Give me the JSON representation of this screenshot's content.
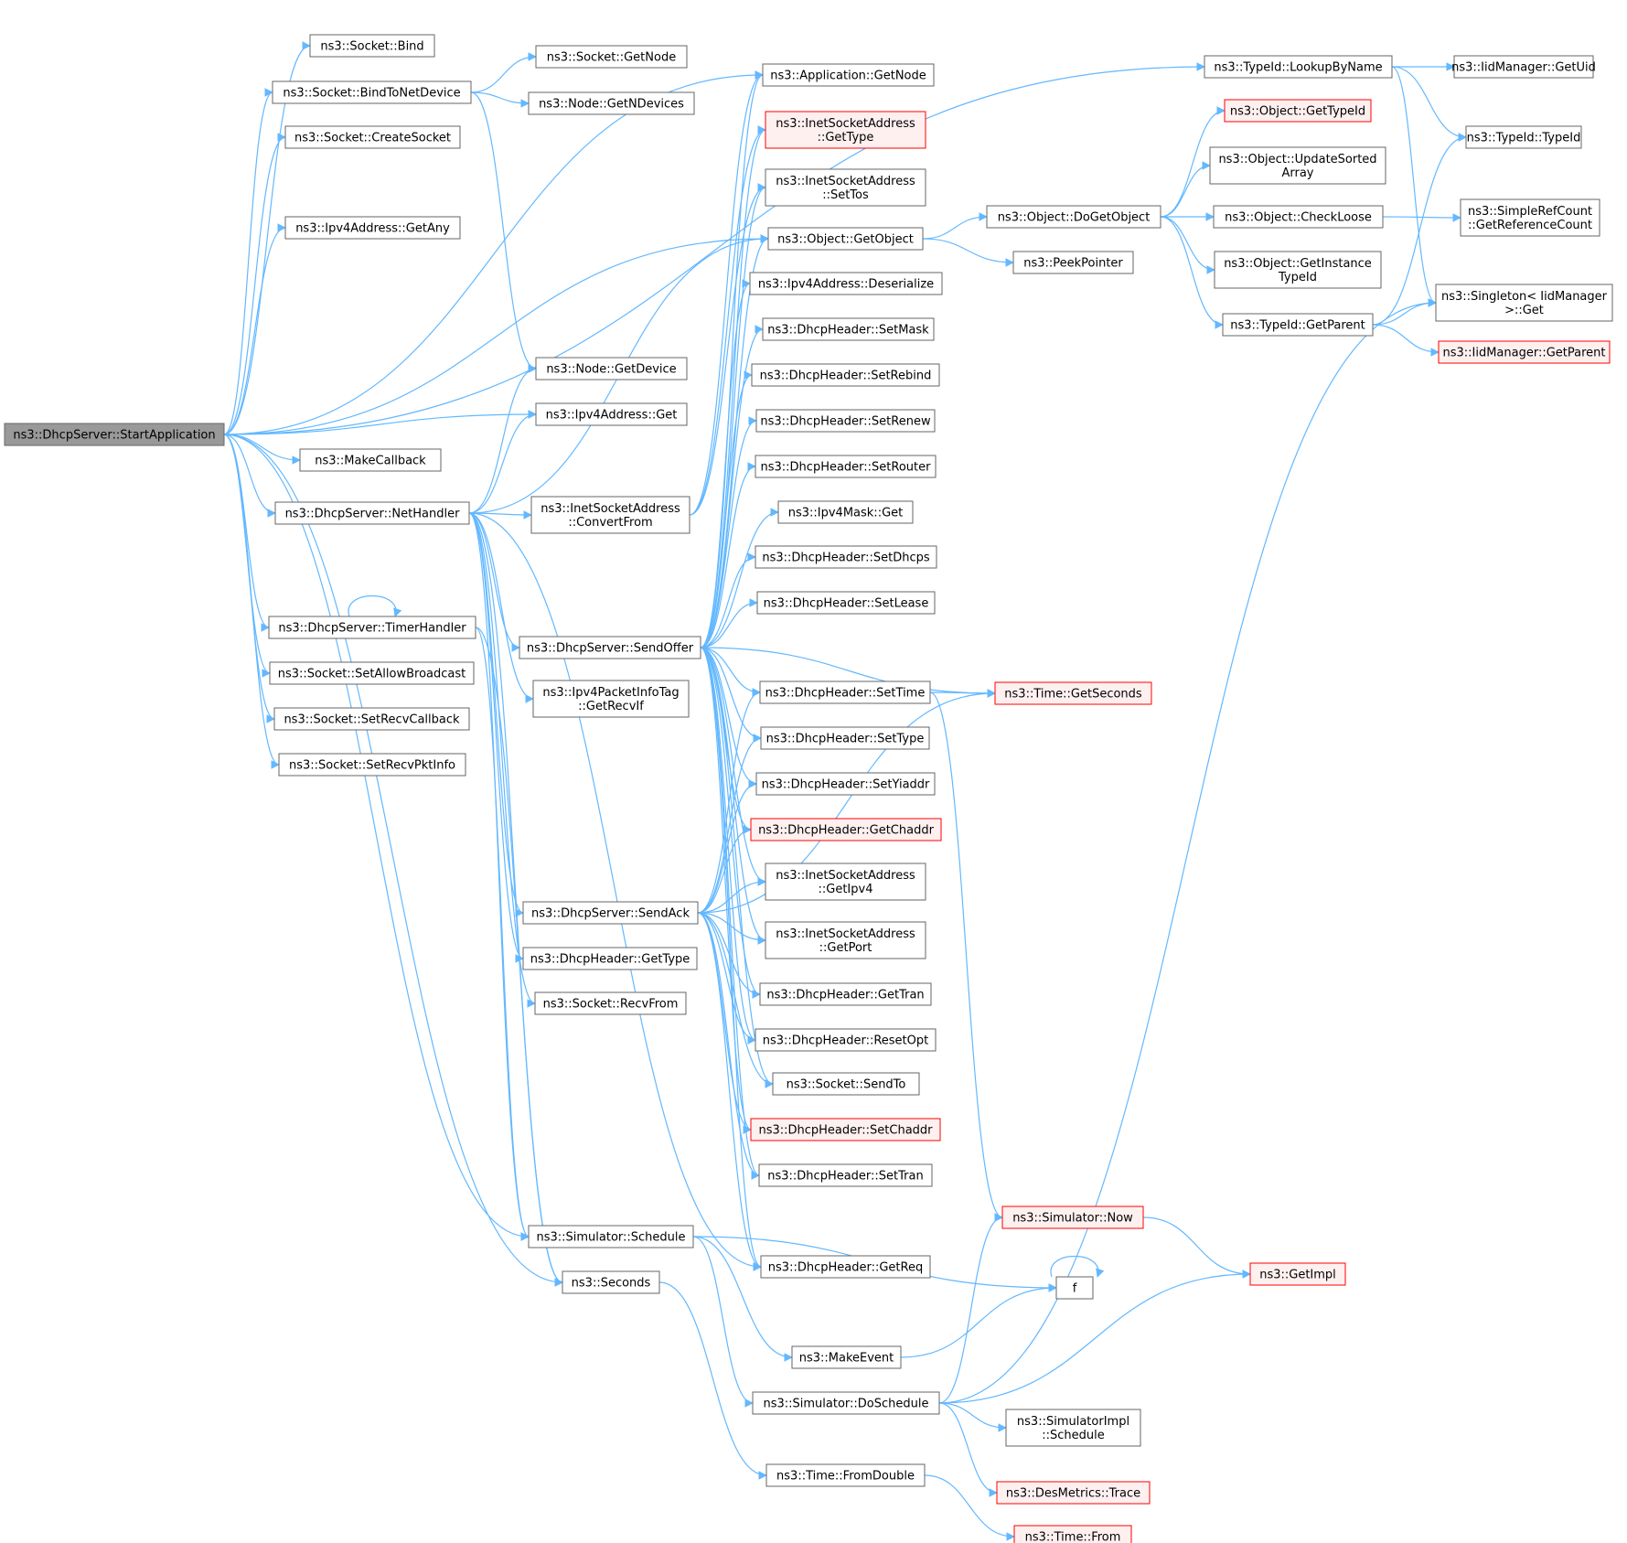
{
  "diagram": {
    "kind": "call-graph",
    "colors": {
      "edge": "#63b8ff",
      "node_border": "#666666",
      "node_fill": "#ffffff",
      "root_fill": "#999999",
      "root_border": "#666666",
      "truncated_fill": "#fff0f0",
      "truncated_border": "#ff0000"
    },
    "nodes": [
      {
        "id": "start",
        "lines": [
          "ns3::DhcpServer::StartApplication"
        ],
        "style": "root"
      },
      {
        "id": "bind",
        "lines": [
          "ns3::Socket::Bind"
        ]
      },
      {
        "id": "bindtonet",
        "lines": [
          "ns3::Socket::BindToNetDevice"
        ]
      },
      {
        "id": "createsock",
        "lines": [
          "ns3::Socket::CreateSocket"
        ]
      },
      {
        "id": "getany",
        "lines": [
          "ns3::Ipv4Address::GetAny"
        ]
      },
      {
        "id": "nodegetdevice",
        "lines": [
          "ns3::Node::GetDevice"
        ]
      },
      {
        "id": "ipv4get",
        "lines": [
          "ns3::Ipv4Address::Get"
        ]
      },
      {
        "id": "makecallback",
        "lines": [
          "ns3::MakeCallback"
        ]
      },
      {
        "id": "nethandler",
        "lines": [
          "ns3::DhcpServer::NetHandler"
        ]
      },
      {
        "id": "timerhandler",
        "lines": [
          "ns3::DhcpServer::TimerHandler"
        ]
      },
      {
        "id": "setallow",
        "lines": [
          "ns3::Socket::SetAllowBroadcast"
        ]
      },
      {
        "id": "setrecvcb",
        "lines": [
          "ns3::Socket::SetRecvCallback"
        ]
      },
      {
        "id": "setrecvpkt",
        "lines": [
          "ns3::Socket::SetRecvPktInfo"
        ]
      },
      {
        "id": "sockgetnode",
        "lines": [
          "ns3::Socket::GetNode"
        ]
      },
      {
        "id": "nodegetndev",
        "lines": [
          "ns3::Node::GetNDevices"
        ]
      },
      {
        "id": "isaconvert",
        "lines": [
          "ns3::InetSocketAddress",
          "::ConvertFrom"
        ]
      },
      {
        "id": "sendoffer",
        "lines": [
          "ns3::DhcpServer::SendOffer"
        ]
      },
      {
        "id": "getrecvif",
        "lines": [
          "ns3::Ipv4PacketInfoTag",
          "::GetRecvIf"
        ]
      },
      {
        "id": "sendack",
        "lines": [
          "ns3::DhcpServer::SendAck"
        ]
      },
      {
        "id": "hdrgettype",
        "lines": [
          "ns3::DhcpHeader::GetType"
        ]
      },
      {
        "id": "recvfrom",
        "lines": [
          "ns3::Socket::RecvFrom"
        ]
      },
      {
        "id": "simschedule",
        "lines": [
          "ns3::Simulator::Schedule"
        ]
      },
      {
        "id": "seconds",
        "lines": [
          "ns3::Seconds"
        ]
      },
      {
        "id": "appgetnode",
        "lines": [
          "ns3::Application::GetNode"
        ]
      },
      {
        "id": "isagettype",
        "lines": [
          "ns3::InetSocketAddress",
          "::GetType"
        ],
        "style": "truncated"
      },
      {
        "id": "isasettos",
        "lines": [
          "ns3::InetSocketAddress",
          "::SetTos"
        ]
      },
      {
        "id": "getobject",
        "lines": [
          "ns3::Object::GetObject"
        ]
      },
      {
        "id": "deserialize",
        "lines": [
          "ns3::Ipv4Address::Deserialize"
        ]
      },
      {
        "id": "setmask",
        "lines": [
          "ns3::DhcpHeader::SetMask"
        ]
      },
      {
        "id": "setrebind",
        "lines": [
          "ns3::DhcpHeader::SetRebind"
        ]
      },
      {
        "id": "setrenew",
        "lines": [
          "ns3::DhcpHeader::SetRenew"
        ]
      },
      {
        "id": "setrouter",
        "lines": [
          "ns3::DhcpHeader::SetRouter"
        ]
      },
      {
        "id": "maskget",
        "lines": [
          "ns3::Ipv4Mask::Get"
        ]
      },
      {
        "id": "setdhcps",
        "lines": [
          "ns3::DhcpHeader::SetDhcps"
        ]
      },
      {
        "id": "setlease",
        "lines": [
          "ns3::DhcpHeader::SetLease"
        ]
      },
      {
        "id": "settime",
        "lines": [
          "ns3::DhcpHeader::SetTime"
        ]
      },
      {
        "id": "settype",
        "lines": [
          "ns3::DhcpHeader::SetType"
        ]
      },
      {
        "id": "setyiaddr",
        "lines": [
          "ns3::DhcpHeader::SetYiaddr"
        ]
      },
      {
        "id": "getchaddr",
        "lines": [
          "ns3::DhcpHeader::GetChaddr"
        ],
        "style": "truncated"
      },
      {
        "id": "isagetipv4",
        "lines": [
          "ns3::InetSocketAddress",
          "::GetIpv4"
        ]
      },
      {
        "id": "isagetport",
        "lines": [
          "ns3::InetSocketAddress",
          "::GetPort"
        ]
      },
      {
        "id": "gettran",
        "lines": [
          "ns3::DhcpHeader::GetTran"
        ]
      },
      {
        "id": "resetopt",
        "lines": [
          "ns3::DhcpHeader::ResetOpt"
        ]
      },
      {
        "id": "sendto",
        "lines": [
          "ns3::Socket::SendTo"
        ]
      },
      {
        "id": "setchaddr",
        "lines": [
          "ns3::DhcpHeader::SetChaddr"
        ],
        "style": "truncated"
      },
      {
        "id": "settran",
        "lines": [
          "ns3::DhcpHeader::SetTran"
        ]
      },
      {
        "id": "getreq",
        "lines": [
          "ns3::DhcpHeader::GetReq"
        ]
      },
      {
        "id": "makeevent",
        "lines": [
          "ns3::MakeEvent"
        ]
      },
      {
        "id": "doschedule",
        "lines": [
          "ns3::Simulator::DoSchedule"
        ]
      },
      {
        "id": "fromdouble",
        "lines": [
          "ns3::Time::FromDouble"
        ]
      },
      {
        "id": "lookup",
        "lines": [
          "ns3::TypeId::LookupByName"
        ]
      },
      {
        "id": "objgettypeid",
        "lines": [
          "ns3::Object::GetTypeId"
        ],
        "style": "truncated"
      },
      {
        "id": "updatesorted",
        "lines": [
          "ns3::Object::UpdateSorted",
          "Array"
        ]
      },
      {
        "id": "dogetobject",
        "lines": [
          "ns3::Object::DoGetObject"
        ]
      },
      {
        "id": "peekpointer",
        "lines": [
          "ns3::PeekPointer"
        ]
      },
      {
        "id": "checkloose",
        "lines": [
          "ns3::Object::CheckLoose"
        ]
      },
      {
        "id": "getinstance",
        "lines": [
          "ns3::Object::GetInstance",
          "TypeId"
        ]
      },
      {
        "id": "typeidgetparent",
        "lines": [
          "ns3::TypeId::GetParent"
        ]
      },
      {
        "id": "getseconds",
        "lines": [
          "ns3::Time::GetSeconds"
        ],
        "style": "truncated"
      },
      {
        "id": "simnow",
        "lines": [
          "ns3::Simulator::Now"
        ],
        "style": "truncated"
      },
      {
        "id": "f",
        "lines": [
          "f"
        ]
      },
      {
        "id": "getimpl",
        "lines": [
          "ns3::GetImpl"
        ],
        "style": "truncated"
      },
      {
        "id": "simimplsched",
        "lines": [
          "ns3::SimulatorImpl",
          "::Schedule"
        ]
      },
      {
        "id": "desmetrics",
        "lines": [
          "ns3::DesMetrics::Trace"
        ],
        "style": "truncated"
      },
      {
        "id": "timefrom",
        "lines": [
          "ns3::Time::From"
        ],
        "style": "truncated"
      },
      {
        "id": "getuid",
        "lines": [
          "ns3::IidManager::GetUid"
        ]
      },
      {
        "id": "typeidtypeid",
        "lines": [
          "ns3::TypeId::TypeId"
        ]
      },
      {
        "id": "refcount",
        "lines": [
          "ns3::SimpleRefCount",
          "::GetReferenceCount"
        ]
      },
      {
        "id": "singleton",
        "lines": [
          "ns3::Singleton< IidManager",
          " >::Get"
        ]
      },
      {
        "id": "iidgetparent",
        "lines": [
          "ns3::IidManager::GetParent"
        ],
        "style": "truncated"
      }
    ],
    "edges": [
      [
        "start",
        "bind"
      ],
      [
        "start",
        "bindtonet"
      ],
      [
        "start",
        "createsock"
      ],
      [
        "start",
        "getany"
      ],
      [
        "start",
        "ipv4get"
      ],
      [
        "start",
        "makecallback"
      ],
      [
        "start",
        "nethandler"
      ],
      [
        "start",
        "timerhandler"
      ],
      [
        "start",
        "setallow"
      ],
      [
        "start",
        "setrecvcb"
      ],
      [
        "start",
        "setrecvpkt"
      ],
      [
        "start",
        "seconds"
      ],
      [
        "start",
        "simschedule"
      ],
      [
        "start",
        "appgetnode"
      ],
      [
        "start",
        "getobject"
      ],
      [
        "start",
        "lookup"
      ],
      [
        "bindtonet",
        "sockgetnode"
      ],
      [
        "bindtonet",
        "nodegetndev"
      ],
      [
        "bindtonet",
        "nodegetdevice"
      ],
      [
        "nethandler",
        "nodegetdevice"
      ],
      [
        "nethandler",
        "ipv4get"
      ],
      [
        "nethandler",
        "getobject"
      ],
      [
        "nethandler",
        "isaconvert"
      ],
      [
        "nethandler",
        "sendoffer"
      ],
      [
        "nethandler",
        "getrecvif"
      ],
      [
        "nethandler",
        "sendack"
      ],
      [
        "nethandler",
        "hdrgettype"
      ],
      [
        "nethandler",
        "recvfrom"
      ],
      [
        "nethandler",
        "simschedule"
      ],
      [
        "nethandler",
        "seconds"
      ],
      [
        "nethandler",
        "getreq"
      ],
      [
        "timerhandler",
        "timerhandler"
      ],
      [
        "timerhandler",
        "simschedule"
      ],
      [
        "timerhandler",
        "seconds"
      ],
      [
        "isaconvert",
        "isagettype"
      ],
      [
        "isaconvert",
        "isasettos"
      ],
      [
        "isaconvert",
        "appgetnode"
      ],
      [
        "sendoffer",
        "appgetnode"
      ],
      [
        "sendoffer",
        "isagettype"
      ],
      [
        "sendoffer",
        "isasettos"
      ],
      [
        "sendoffer",
        "getobject"
      ],
      [
        "sendoffer",
        "deserialize"
      ],
      [
        "sendoffer",
        "setmask"
      ],
      [
        "sendoffer",
        "setrebind"
      ],
      [
        "sendoffer",
        "setrenew"
      ],
      [
        "sendoffer",
        "setrouter"
      ],
      [
        "sendoffer",
        "maskget"
      ],
      [
        "sendoffer",
        "setdhcps"
      ],
      [
        "sendoffer",
        "setlease"
      ],
      [
        "sendoffer",
        "getseconds"
      ],
      [
        "sendoffer",
        "settime"
      ],
      [
        "sendoffer",
        "settype"
      ],
      [
        "sendoffer",
        "setyiaddr"
      ],
      [
        "sendoffer",
        "getchaddr"
      ],
      [
        "sendoffer",
        "isagetipv4"
      ],
      [
        "sendoffer",
        "isagetport"
      ],
      [
        "sendoffer",
        "gettran"
      ],
      [
        "sendoffer",
        "resetopt"
      ],
      [
        "sendoffer",
        "sendto"
      ],
      [
        "sendoffer",
        "setchaddr"
      ],
      [
        "sendoffer",
        "settran"
      ],
      [
        "sendoffer",
        "getreq"
      ],
      [
        "sendack",
        "settime"
      ],
      [
        "sendack",
        "settype"
      ],
      [
        "sendack",
        "setyiaddr"
      ],
      [
        "sendack",
        "getchaddr"
      ],
      [
        "sendack",
        "isagetipv4"
      ],
      [
        "sendack",
        "isagetport"
      ],
      [
        "sendack",
        "gettran"
      ],
      [
        "sendack",
        "resetopt"
      ],
      [
        "sendack",
        "sendto"
      ],
      [
        "sendack",
        "setchaddr"
      ],
      [
        "sendack",
        "settran"
      ],
      [
        "sendack",
        "getreq"
      ],
      [
        "sendack",
        "getseconds"
      ],
      [
        "settime",
        "getseconds"
      ],
      [
        "settime",
        "simnow"
      ],
      [
        "simschedule",
        "f"
      ],
      [
        "simschedule",
        "makeevent"
      ],
      [
        "simschedule",
        "doschedule"
      ],
      [
        "seconds",
        "fromdouble"
      ],
      [
        "makeevent",
        "f"
      ],
      [
        "f",
        "f"
      ],
      [
        "doschedule",
        "simnow"
      ],
      [
        "doschedule",
        "getimpl"
      ],
      [
        "doschedule",
        "simimplsched"
      ],
      [
        "doschedule",
        "desmetrics"
      ],
      [
        "doschedule",
        "singleton"
      ],
      [
        "simnow",
        "getimpl"
      ],
      [
        "fromdouble",
        "timefrom"
      ],
      [
        "getobject",
        "dogetobject"
      ],
      [
        "getobject",
        "peekpointer"
      ],
      [
        "dogetobject",
        "objgettypeid"
      ],
      [
        "dogetobject",
        "updatesorted"
      ],
      [
        "dogetobject",
        "checkloose"
      ],
      [
        "dogetobject",
        "getinstance"
      ],
      [
        "dogetobject",
        "typeidgetparent"
      ],
      [
        "checkloose",
        "refcount"
      ],
      [
        "typeidgetparent",
        "typeidtypeid"
      ],
      [
        "typeidgetparent",
        "singleton"
      ],
      [
        "typeidgetparent",
        "iidgetparent"
      ],
      [
        "lookup",
        "getuid"
      ],
      [
        "lookup",
        "typeidtypeid"
      ],
      [
        "lookup",
        "singleton"
      ]
    ]
  }
}
